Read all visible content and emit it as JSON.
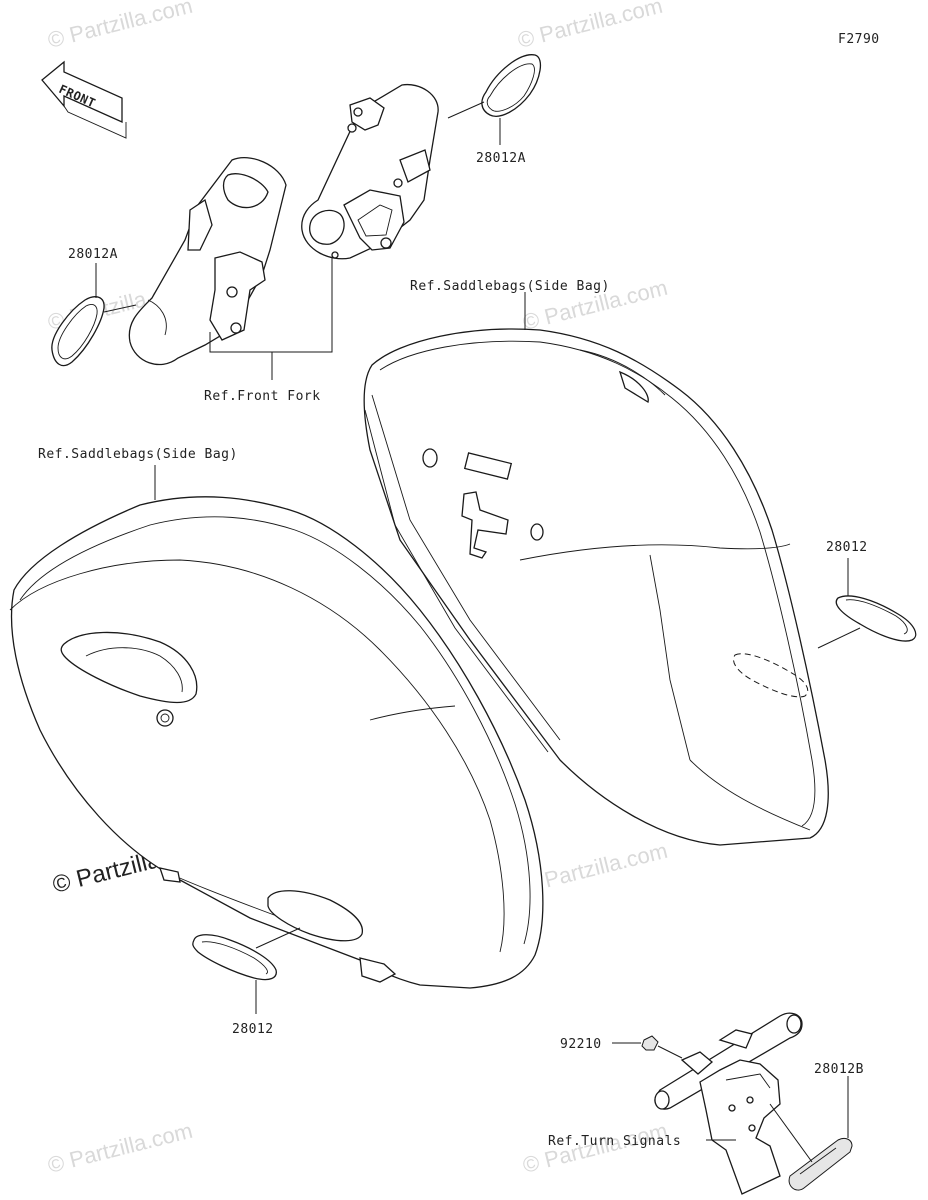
{
  "figure_code": "F2790",
  "front_arrow_label": "FRONT",
  "watermark_text": "© Partzilla.com",
  "labels": {
    "part_28012A_top": "28012A",
    "part_28012A_left": "28012A",
    "part_28012_right": "28012",
    "part_28012_bottom": "28012",
    "part_28012B": "28012B",
    "part_92210": "92210",
    "ref_front_fork": "Ref.Front Fork",
    "ref_saddlebags_right": "Ref.Saddlebags(Side Bag)",
    "ref_saddlebags_left": "Ref.Saddlebags(Side Bag)",
    "ref_turn_signals": "Ref.Turn Signals"
  }
}
